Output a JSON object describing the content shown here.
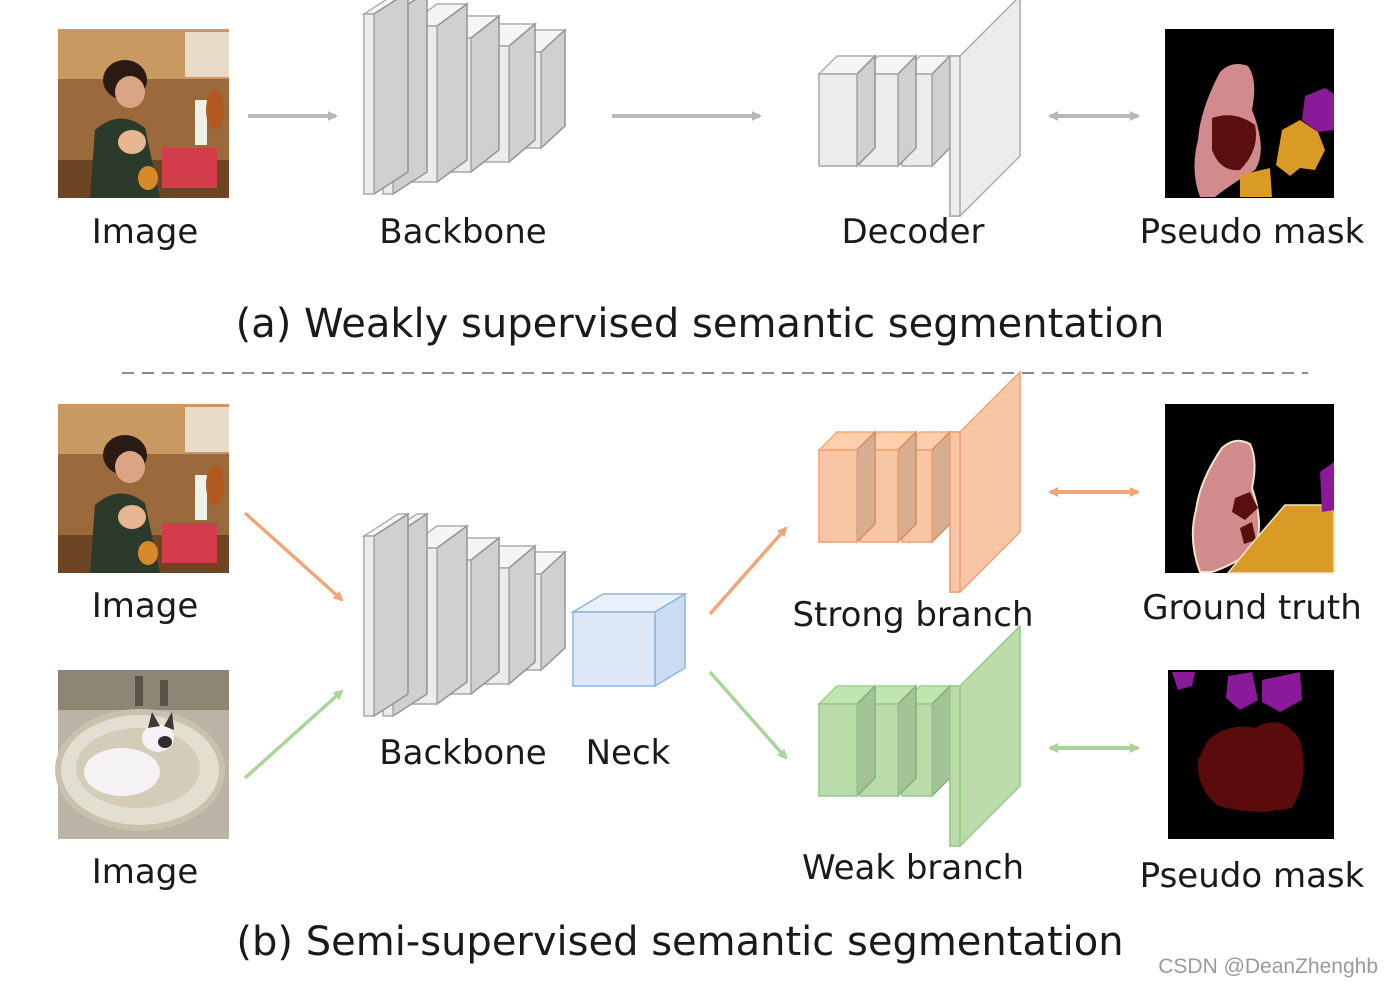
{
  "panel_a": {
    "caption": "(a) Weakly supervised semantic segmentation",
    "image_label": "Image",
    "backbone_label": "Backbone",
    "decoder_label": "Decoder",
    "output_label": "Pseudo mask"
  },
  "panel_b": {
    "caption": "(b) Semi-supervised semantic segmentation",
    "image_label_top": "Image",
    "image_label_bottom": "Image",
    "backbone_label": "Backbone",
    "neck_label": "Neck",
    "strong_label": "Strong branch",
    "weak_label": "Weak branch",
    "gt_label": "Ground truth",
    "pseudo_label": "Pseudo mask"
  },
  "watermark": "CSDN @DeanZhenghb",
  "colors": {
    "gray_block": "#ececec",
    "gray_stroke": "#a8a8a8",
    "orange_block": "#f6c6a5",
    "orange_stroke": "#ef9f70",
    "green_block": "#b9dcaa",
    "green_stroke": "#94c987",
    "blue_block": "#dde9f8",
    "blue_stroke": "#8fb4de",
    "gray_arrow": "#b8b8b8",
    "orange_arrow": "#f0a679",
    "green_arrow": "#a9d49a"
  }
}
